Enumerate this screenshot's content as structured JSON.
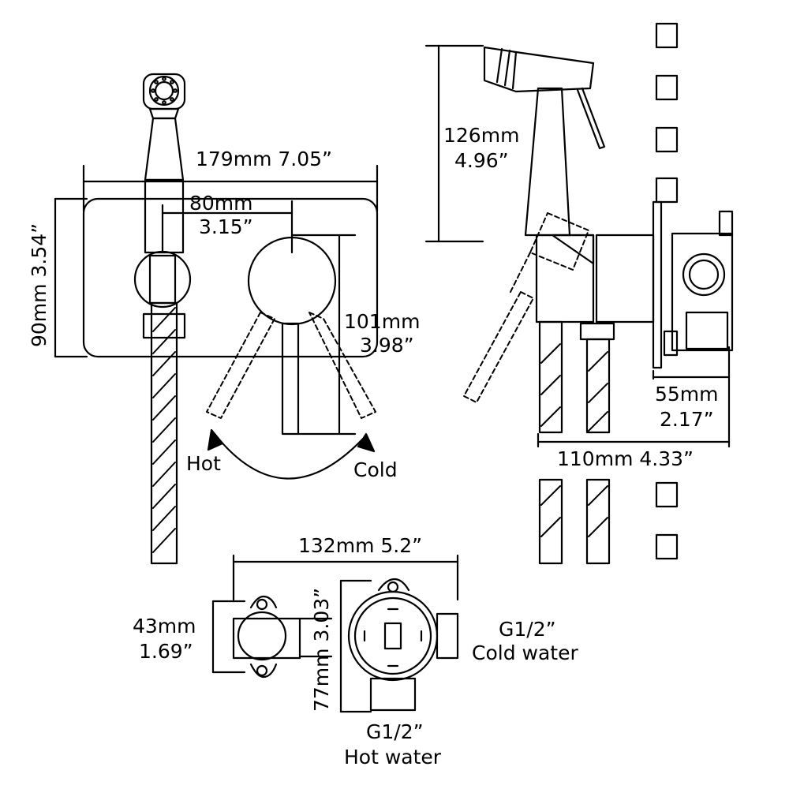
{
  "front_view": {
    "width_dim": "179mm 7.05”",
    "height_dim": "90mm 3.54”",
    "spacing_dim_mm": "80mm",
    "spacing_dim_in": "3.15”",
    "handle_dim_mm": "101mm",
    "handle_dim_in": "3.98”",
    "hot_label": "Hot",
    "cold_label": "Cold"
  },
  "side_view": {
    "sprayer_dim_mm": "126mm",
    "sprayer_dim_in": "4.96”",
    "depth_dim_mm": "55mm",
    "depth_dim_in": "2.17”",
    "total_depth_dim": "110mm 4.33”"
  },
  "valve_view": {
    "width_dim": "132mm 5.2”",
    "left_dim_mm": "43mm",
    "left_dim_in": "1.69”",
    "height_dim": "77mm 3.03”",
    "cold_size": "G1/2”",
    "cold_label": "Cold water",
    "hot_size": "G1/2”",
    "hot_label": "Hot water"
  }
}
